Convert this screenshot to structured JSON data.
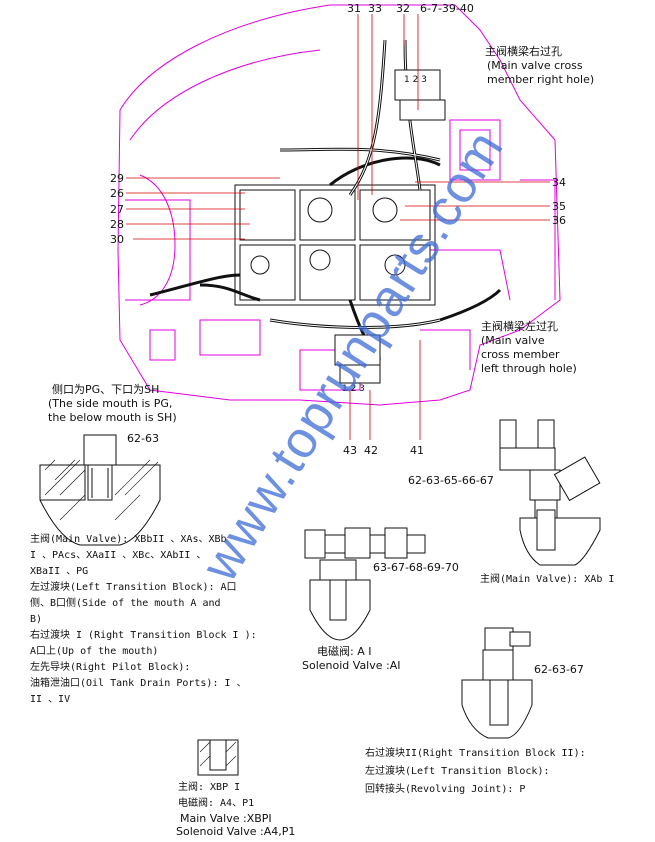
{
  "top_callouts": [
    "31",
    "33",
    "32",
    "6-7-39-40"
  ],
  "right_top_hole": {
    "zh": "主阀横梁右过孔",
    "en1": "(Main valve cross",
    "en2": "member right hole)"
  },
  "left_callouts": [
    "29",
    "26",
    "27",
    "28",
    "30"
  ],
  "right_callouts": [
    "34",
    "35",
    "36"
  ],
  "right_mid_hole": {
    "zh": "主阀横梁左过孔",
    "en1": "(Main valve",
    "en2": "cross member",
    "en3": "left through hole)"
  },
  "bottom_callouts": [
    "43",
    "42",
    "41"
  ],
  "port_blocks": [
    "1 2 3",
    "1 2 3"
  ],
  "side_mouth": {
    "zh": "侧口为PG、下口为SH",
    "en1": "(The side mouth is PG,",
    "en2": "the below mouth is SH)"
  },
  "fitting_labels": {
    "f1": "62-63",
    "f2": "62-63-65-66-67",
    "f3": "63-67-68-69-70",
    "f4": "62-63-67"
  },
  "main_valve_left": {
    "l1": "主阀(Main Valve): XBbII 、XAs、XBb",
    "l2": "I 、PAcs、XAaII 、XBc、XAbII 、",
    "l3": "XBaII 、PG",
    "l4": "左过渡块(Left Transition Block): A口",
    "l5": "侧、B口侧(Side of the mouth A  and",
    "l6": "B)",
    "l7": "右过渡块 I (Right Transition Block I ):",
    "l8": "A口上(Up of the mouth)",
    "l9": "左先导块(Right Pilot Block):",
    "l10": "油箱泄油口(Oil Tank Drain Ports): I 、",
    "l11": "II 、IV"
  },
  "main_valve_xab": "主阀(Main Valve): XAb I",
  "solenoid_ai": {
    "zh": "电磁阀: A I",
    "en": "Solenoid Valve :AI"
  },
  "right_block_two": {
    "l1": "右过渡块II(Right Transition Block II):",
    "l2": "左过渡块(Left Transition Block):",
    "l3": "回转接头(Revolving Joint): P"
  },
  "xbp_block": {
    "l1": "主阀: XBP I",
    "l2": "电磁阀: A4、P1",
    "l3": "Main Valve :XBPI",
    "l4": "Solenoid Valve :A4,P1"
  },
  "watermark": "www.toprunparts.com",
  "colors": {
    "frame": "#e000e0",
    "leader": "#d40000",
    "ink": "#111111",
    "watermark": "#3d6bd6"
  }
}
